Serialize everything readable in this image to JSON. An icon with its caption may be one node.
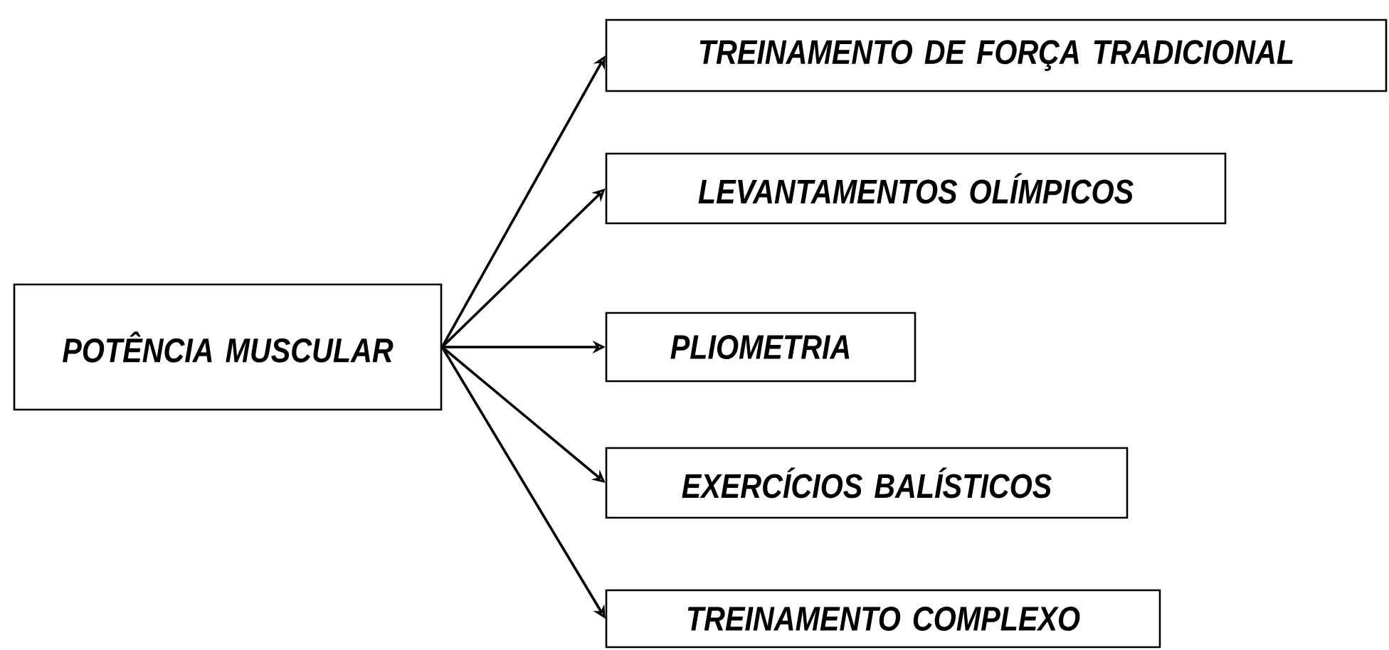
{
  "diagram": {
    "nodes": [
      {
        "text": [
          "POTÊNCIA MUSCULAR"
        ]
      },
      {
        "text": [
          "TREINAMENTO DE FORÇA TRADICIONAL"
        ]
      },
      {
        "text": [
          "LEVANTAMENTOS OLÍMPICOS"
        ]
      },
      {
        "text": [
          "PLIOMETRIA"
        ]
      },
      {
        "text": [
          "EXERCÍCIOS BALÍSTICOS"
        ]
      },
      {
        "text": [
          "TREINAMENTO COMPLEXO"
        ]
      }
    ],
    "edges": [
      {
        "from": 0,
        "to": 1,
        "arrow": "to"
      },
      {
        "from": 0,
        "to": 2,
        "arrow": "to"
      },
      {
        "from": 0,
        "to": 3,
        "arrow": "to"
      },
      {
        "from": 0,
        "to": 4,
        "arrow": "to"
      },
      {
        "from": 0,
        "to": 5,
        "arrow": "to"
      }
    ]
  }
}
